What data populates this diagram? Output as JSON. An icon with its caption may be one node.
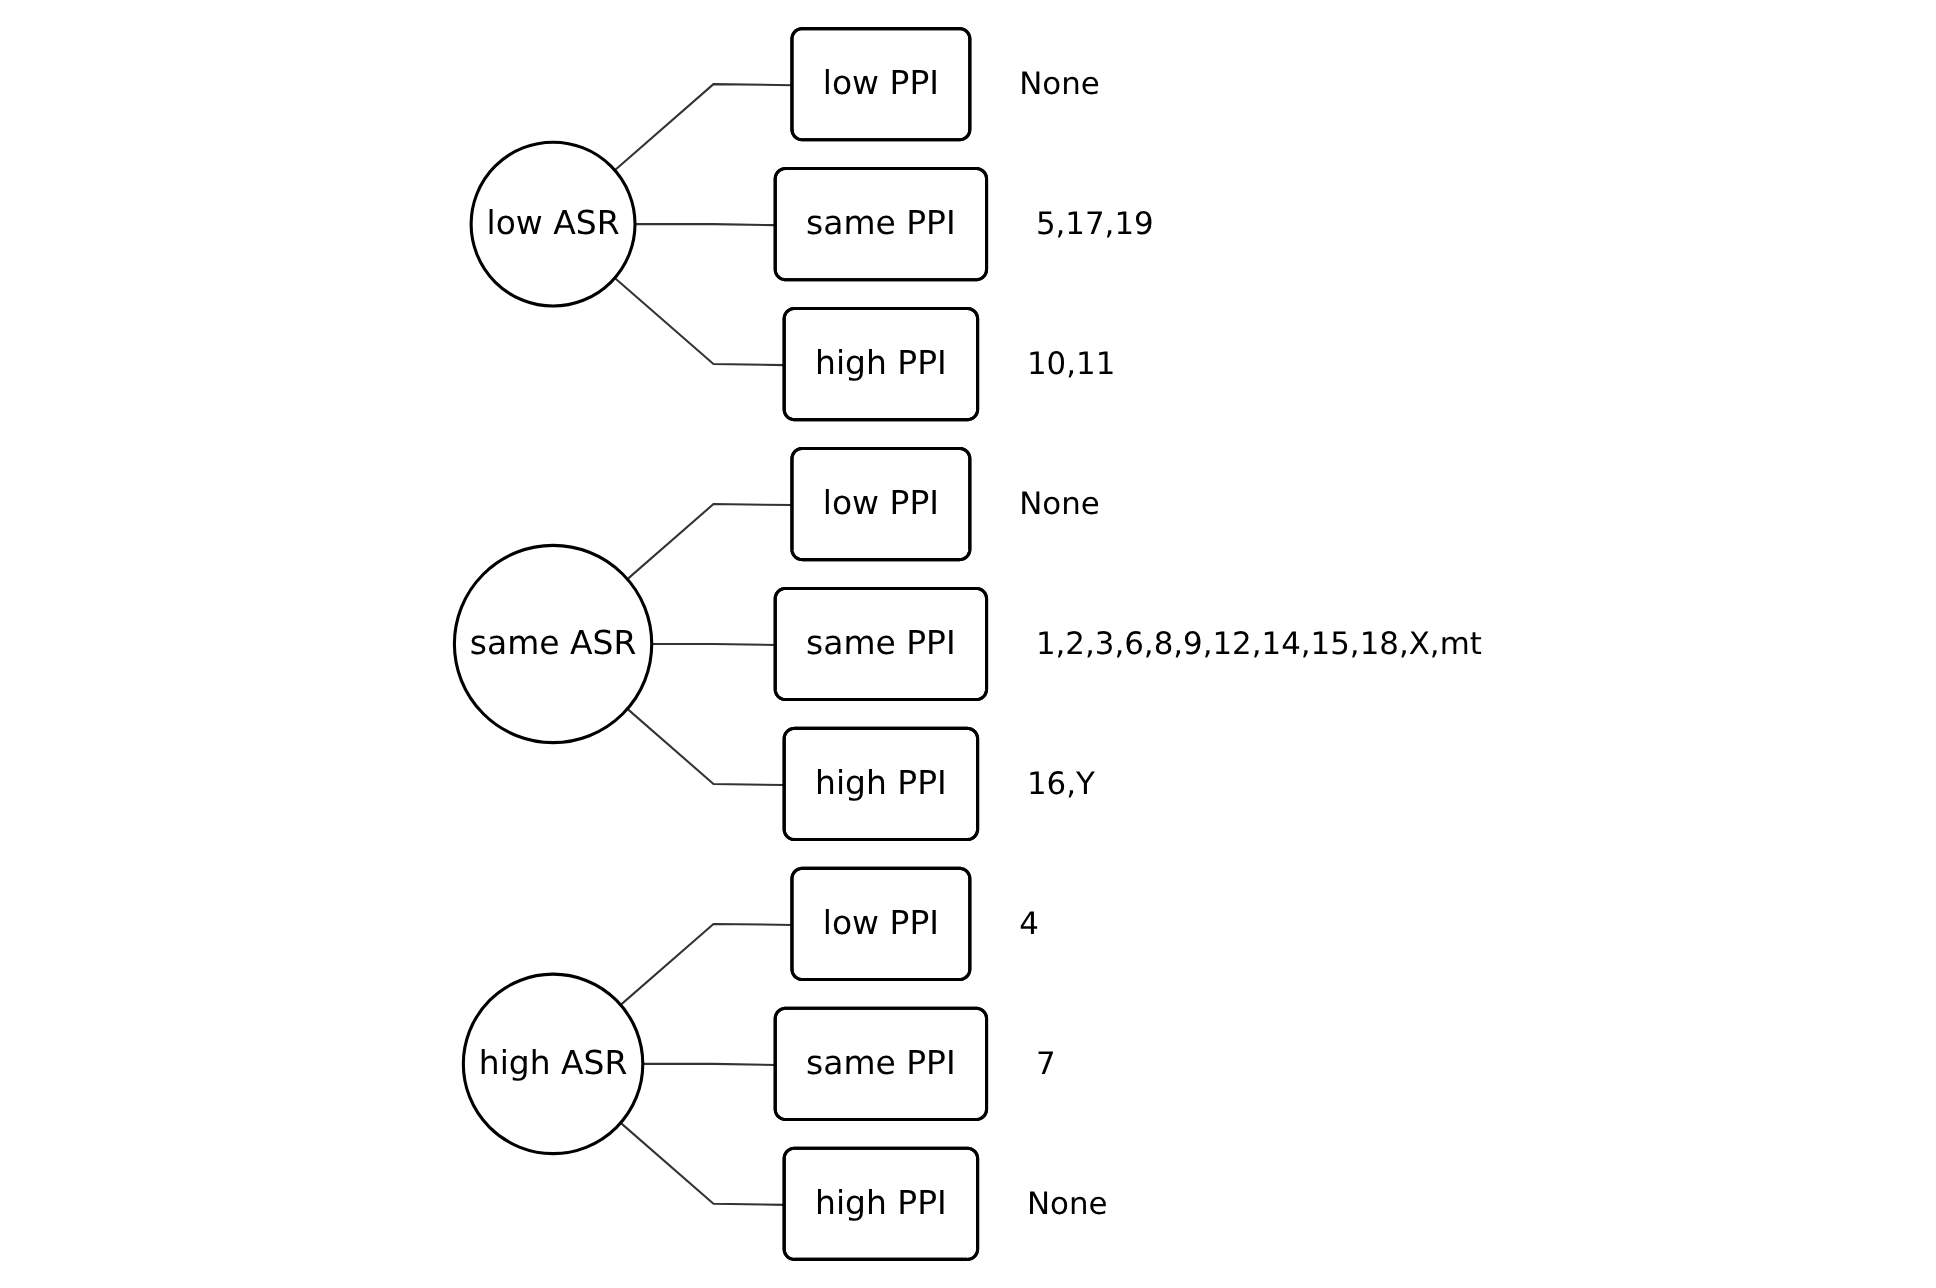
{
  "diagram": {
    "nodes": [
      {
        "text": [
          "low ASR"
        ]
      },
      {
        "text": [
          "low PPI"
        ],
        "beside": [
          "None"
        ]
      },
      {
        "text": [
          "same PPI"
        ],
        "beside": [
          "5,17,19"
        ]
      },
      {
        "text": [
          "high PPI"
        ],
        "beside": [
          "10,11"
        ]
      },
      {
        "text": [
          "same ASR"
        ]
      },
      {
        "text": [
          "low PPI"
        ],
        "beside": [
          "None"
        ]
      },
      {
        "text": [
          "same PPI"
        ],
        "beside": [
          "1,2,3,6,8,9,12,14,15,18,X,mt"
        ]
      },
      {
        "text": [
          "high PPI"
        ],
        "beside": [
          "16,Y"
        ]
      },
      {
        "text": [
          "high ASR"
        ]
      },
      {
        "text": [
          "low PPI"
        ],
        "beside": [
          "4"
        ]
      },
      {
        "text": [
          "same PPI"
        ],
        "beside": [
          "7"
        ]
      },
      {
        "text": [
          "high PPI"
        ],
        "beside": [
          "None"
        ]
      }
    ],
    "edges": [
      {
        "from": 0,
        "to": 1,
        "arrow": "none"
      },
      {
        "from": 0,
        "to": 2,
        "arrow": "none"
      },
      {
        "from": 0,
        "to": 3,
        "arrow": "none"
      },
      {
        "from": 4,
        "to": 5,
        "arrow": "none"
      },
      {
        "from": 4,
        "to": 6,
        "arrow": "none"
      },
      {
        "from": 4,
        "to": 7,
        "arrow": "none"
      },
      {
        "from": 8,
        "to": 9,
        "arrow": "none"
      },
      {
        "from": 8,
        "to": 10,
        "arrow": "none"
      },
      {
        "from": 8,
        "to": 11,
        "arrow": "none"
      }
    ]
  }
}
